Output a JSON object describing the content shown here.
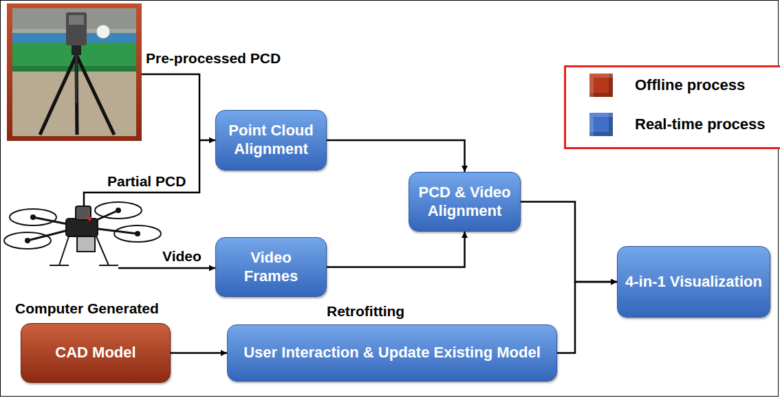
{
  "diagram": {
    "nodes": [
      {
        "text": [
          "Point Cloud Alignment"
        ]
      },
      {
        "text": [
          "PCD & Video Alignment"
        ]
      },
      {
        "text": [
          "Video Frames"
        ]
      },
      {
        "text": [
          "4-in-1 Visualization"
        ]
      },
      {
        "text": [
          "CAD Model"
        ]
      },
      {
        "text": [
          "User Interaction & Update Existing Model"
        ]
      }
    ],
    "edges": [
      {
        "from": 0,
        "to": 1,
        "arrow": "to"
      },
      {
        "from": 2,
        "to": 1,
        "arrow": "to"
      },
      {
        "from": 1,
        "to": 3,
        "arrow": "to"
      },
      {
        "from": 4,
        "to": 5,
        "arrow": "to"
      },
      {
        "from": 5,
        "to": 3,
        "arrow": "to"
      }
    ],
    "labels": [
      "Pre-processed PCD",
      "Partial PCD",
      "Video",
      "Computer Generated",
      "Retrofitting"
    ],
    "legend": [
      {
        "text": "Offline process",
        "color": "#b5381c"
      },
      {
        "text": "Real-time process",
        "color": "#3f6fc7"
      }
    ]
  }
}
